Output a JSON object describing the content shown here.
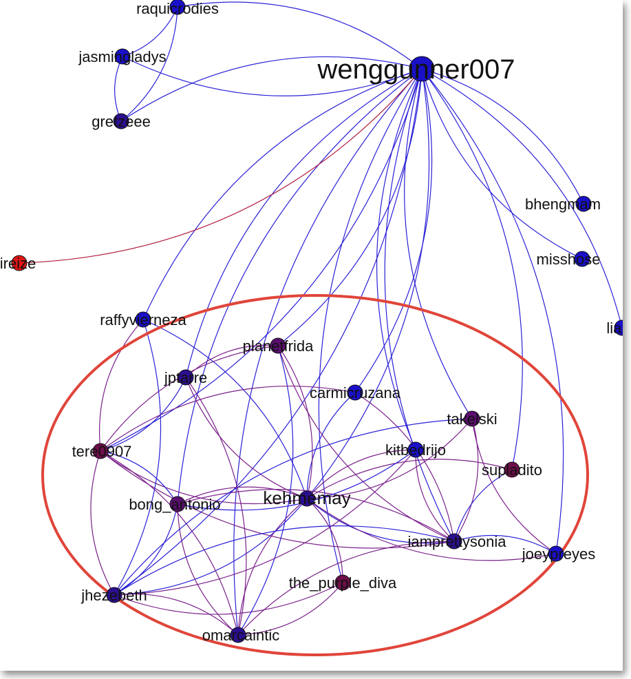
{
  "colors": {
    "edge_blue": "#2a1fd6",
    "edge_purple": "#7a1f8a",
    "edge_red": "#b01a3c",
    "node_blue": "#1a10c8",
    "node_indigo": "#2c0f8f",
    "node_purple": "#5a0f6e",
    "node_maroon": "#6e0e4a",
    "node_red": "#e01515",
    "highlight_ellipse": "#e0453a"
  },
  "nodes": [
    {
      "id": "raquicrodies",
      "label": "raquicrodies",
      "color": "node_blue",
      "size": "small"
    },
    {
      "id": "jasmingladys",
      "label": "jasmingladys",
      "color": "node_blue",
      "size": "small"
    },
    {
      "id": "gretzeee",
      "label": "gretzeee",
      "color": "node_indigo",
      "size": "small"
    },
    {
      "id": "wenggunner007",
      "label": "wenggunner007",
      "color": "node_blue",
      "size": "large"
    },
    {
      "id": "bhengmam",
      "label": "bhengmam",
      "color": "node_blue",
      "size": "small"
    },
    {
      "id": "misshose",
      "label": "misshose",
      "color": "node_blue",
      "size": "small"
    },
    {
      "id": "liar",
      "label": "liar",
      "color": "node_blue",
      "size": "small"
    },
    {
      "id": "ireize",
      "label": "ireize",
      "color": "node_red",
      "size": "small"
    },
    {
      "id": "raffyvierneza",
      "label": "raffyvierneza",
      "color": "node_blue",
      "size": "small"
    },
    {
      "id": "planetfrida",
      "label": "planetfrida",
      "color": "node_purple",
      "size": "small"
    },
    {
      "id": "jptarre",
      "label": "jptarre",
      "color": "node_indigo",
      "size": "small"
    },
    {
      "id": "carmicruzana",
      "label": "carmicruzana",
      "color": "node_blue",
      "size": "small"
    },
    {
      "id": "takelski",
      "label": "takelski",
      "color": "node_purple",
      "size": "small"
    },
    {
      "id": "tere0907",
      "label": "tere0907",
      "color": "node_maroon",
      "size": "small"
    },
    {
      "id": "kitbedrijo",
      "label": "kitbedrijo",
      "color": "node_blue",
      "size": "small"
    },
    {
      "id": "supladito",
      "label": "supladito",
      "color": "node_maroon",
      "size": "small"
    },
    {
      "id": "bong_antonio",
      "label": "bong_antonio",
      "color": "node_purple",
      "size": "small"
    },
    {
      "id": "kehmemay",
      "label": "kehmemay",
      "color": "node_indigo",
      "size": "small"
    },
    {
      "id": "iamprettysonia",
      "label": "iamprettysonia",
      "color": "node_indigo",
      "size": "small"
    },
    {
      "id": "joeypreyes",
      "label": "joeypreyes",
      "color": "node_blue",
      "size": "small"
    },
    {
      "id": "the_purple_diva",
      "label": "the_purple_diva",
      "color": "node_maroon",
      "size": "small"
    },
    {
      "id": "jhezebeth",
      "label": "jhezebeth",
      "color": "node_indigo",
      "size": "small"
    },
    {
      "id": "omarcaintic",
      "label": "omarcaintic",
      "color": "node_indigo",
      "size": "small"
    }
  ],
  "edges": [
    [
      "wenggunner007",
      "raquicrodies"
    ],
    [
      "wenggunner007",
      "jasmingladys"
    ],
    [
      "wenggunner007",
      "gretzeee"
    ],
    [
      "wenggunner007",
      "bhengmam"
    ],
    [
      "wenggunner007",
      "misshose"
    ],
    [
      "wenggunner007",
      "liar"
    ],
    [
      "wenggunner007",
      "raffyvierneza"
    ],
    [
      "wenggunner007",
      "planetfrida"
    ],
    [
      "wenggunner007",
      "jptarre"
    ],
    [
      "wenggunner007",
      "carmicruzana"
    ],
    [
      "wenggunner007",
      "takelski"
    ],
    [
      "wenggunner007",
      "tere0907"
    ],
    [
      "wenggunner007",
      "kitbedrijo"
    ],
    [
      "wenggunner007",
      "supladito"
    ],
    [
      "wenggunner007",
      "bong_antonio"
    ],
    [
      "wenggunner007",
      "kehmemay"
    ],
    [
      "wenggunner007",
      "iamprettysonia"
    ],
    [
      "wenggunner007",
      "joeypreyes"
    ],
    [
      "wenggunner007",
      "the_purple_diva"
    ],
    [
      "wenggunner007",
      "jhezebeth"
    ],
    [
      "wenggunner007",
      "omarcaintic"
    ],
    [
      "raquicrodies",
      "jasmingladys"
    ],
    [
      "jasmingladys",
      "gretzeee"
    ],
    [
      "raquicrodies",
      "gretzeee"
    ],
    [
      "ireize",
      "wenggunner007"
    ],
    [
      "kehmemay",
      "tere0907"
    ],
    [
      "kehmemay",
      "bong_antonio"
    ],
    [
      "kehmemay",
      "jhezebeth"
    ],
    [
      "kehmemay",
      "omarcaintic"
    ],
    [
      "kehmemay",
      "the_purple_diva"
    ],
    [
      "kehmemay",
      "iamprettysonia"
    ],
    [
      "kehmemay",
      "kitbedrijo"
    ],
    [
      "kehmemay",
      "takelski"
    ],
    [
      "kehmemay",
      "carmicruzana"
    ],
    [
      "kehmemay",
      "planetfrida"
    ],
    [
      "kehmemay",
      "jptarre"
    ],
    [
      "kehmemay",
      "raffyvierneza"
    ],
    [
      "kehmemay",
      "supladito"
    ],
    [
      "kehmemay",
      "joeypreyes"
    ],
    [
      "tere0907",
      "bong_antonio"
    ],
    [
      "tere0907",
      "jhezebeth"
    ],
    [
      "tere0907",
      "omarcaintic"
    ],
    [
      "tere0907",
      "jptarre"
    ],
    [
      "tere0907",
      "planetfrida"
    ],
    [
      "tere0907",
      "iamprettysonia"
    ],
    [
      "bong_antonio",
      "jhezebeth"
    ],
    [
      "bong_antonio",
      "omarcaintic"
    ],
    [
      "bong_antonio",
      "iamprettysonia"
    ],
    [
      "bong_antonio",
      "kitbedrijo"
    ],
    [
      "jhezebeth",
      "omarcaintic"
    ],
    [
      "jhezebeth",
      "the_purple_diva"
    ],
    [
      "jhezebeth",
      "iamprettysonia"
    ],
    [
      "omarcaintic",
      "the_purple_diva"
    ],
    [
      "omarcaintic",
      "iamprettysonia"
    ],
    [
      "omarcaintic",
      "planetfrida"
    ],
    [
      "iamprettysonia",
      "kitbedrijo"
    ],
    [
      "iamprettysonia",
      "takelski"
    ],
    [
      "iamprettysonia",
      "joeypreyes"
    ],
    [
      "iamprettysonia",
      "carmicruzana"
    ],
    [
      "iamprettysonia",
      "planetfrida"
    ],
    [
      "takelski",
      "jhezebeth"
    ],
    [
      "kitbedrijo",
      "jhezebeth"
    ],
    [
      "carmicruzana",
      "tere0907"
    ],
    [
      "raffyvierneza",
      "jhezebeth"
    ],
    [
      "raffyvierneza",
      "tere0907"
    ],
    [
      "jptarre",
      "omarcaintic"
    ],
    [
      "supladito",
      "iamprettysonia"
    ],
    [
      "joeypreyes",
      "takelski"
    ],
    [
      "planetfrida",
      "jptarre"
    ]
  ]
}
